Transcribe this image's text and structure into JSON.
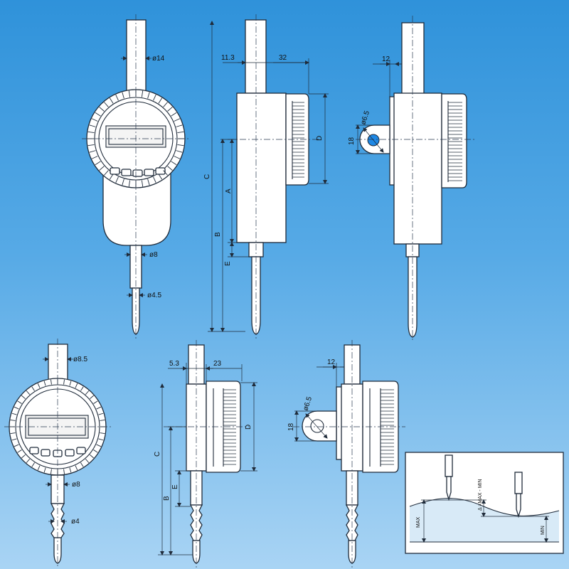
{
  "colors": {
    "background_top": "#2f92da",
    "background_bottom": "#a9d4f4",
    "line": "#1f2b3a",
    "part": "#ffffff",
    "pin_hole": "#1e88e5"
  },
  "icons": [
    "digital-dial-indicator-front-view",
    "digital-dial-indicator-side-view",
    "digital-dial-indicator-lug-back-view",
    "measurement-principle-inset"
  ],
  "dims": {
    "d14": "ø14",
    "d8": "ø8",
    "d45": "ø4.5",
    "d85": "ø8.5",
    "d8b": "ø8",
    "d4": "ø4",
    "n113": "11.3",
    "n32": "32",
    "n12a": "12",
    "d65a": "ø6.5",
    "n18a": "18",
    "n53": "5.3",
    "n23": "23",
    "n12b": "12",
    "d65b": "ø6.5",
    "n18b": "18",
    "A": "A",
    "B": "B",
    "C": "C",
    "D": "D",
    "E": "E",
    "Cb": "C",
    "Db": "D",
    "Bb": "B",
    "Eb": "E"
  },
  "inset": {
    "max": "MAX",
    "min": "MIN",
    "delta": "Δ =MAX - MIN"
  }
}
